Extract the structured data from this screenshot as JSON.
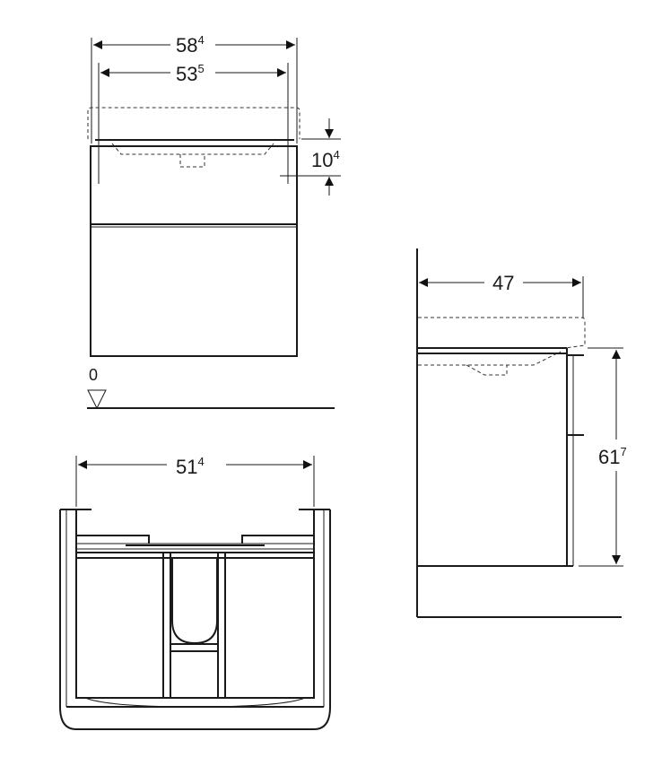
{
  "views": {
    "front": {
      "dimensions": {
        "overall_width": {
          "main": "58",
          "sup": "4"
        },
        "inner_width": {
          "main": "53",
          "sup": "5"
        },
        "top_height": {
          "main": "10",
          "sup": "4"
        }
      },
      "floor_label": "0"
    },
    "side": {
      "dimensions": {
        "depth": {
          "main": "47",
          "sup": ""
        },
        "height": {
          "main": "61",
          "sup": "7"
        }
      }
    },
    "top": {
      "dimensions": {
        "inner_width": {
          "main": "51",
          "sup": "4"
        }
      }
    }
  },
  "colors": {
    "line": "#1a1a1a",
    "background": "#ffffff"
  }
}
